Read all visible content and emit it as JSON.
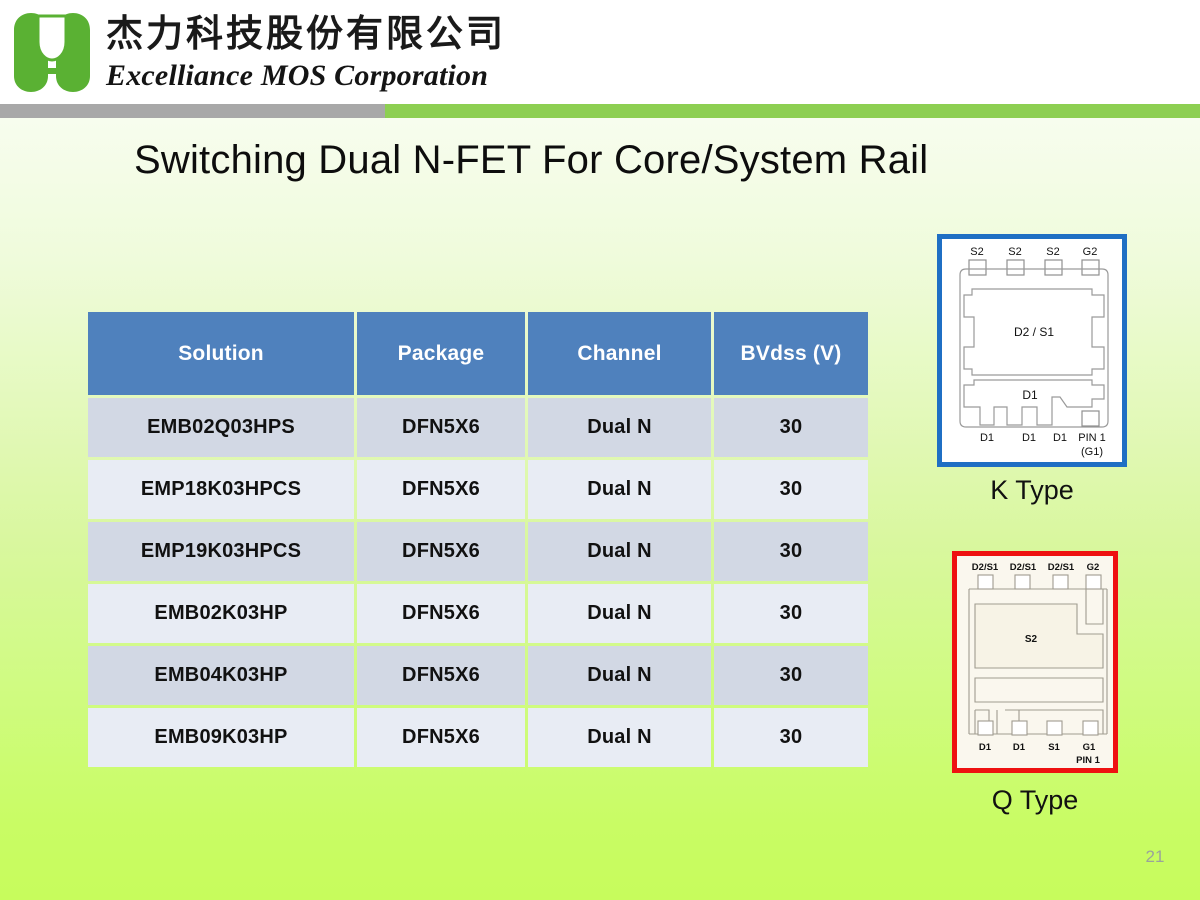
{
  "header": {
    "logo_icon": "excelliance-m-logo-icon",
    "company_name_cn": "杰力科技股份有限公司",
    "company_name_en": "Excelliance MOS Corporation",
    "divider_gray_color": "#a8a8a8",
    "divider_green_color": "#8dcf52"
  },
  "slide": {
    "title": "Switching Dual N-FET For Core/System Rail",
    "page_number": "21",
    "background_top_color": "#fdfffa",
    "background_bottom_color": "#c7fc5c"
  },
  "table": {
    "header_color": "#4F81BD",
    "row_dark_color": "#d2d8e4",
    "row_light_color": "#e8ecf4",
    "columns": [
      "Solution",
      "Package",
      "Channel",
      "BVdss (V)"
    ],
    "rows": [
      {
        "solution": "EMB02Q03HPS",
        "package": "DFN5X6",
        "channel": "Dual N",
        "bvdss": "30"
      },
      {
        "solution": "EMP18K03HPCS",
        "package": "DFN5X6",
        "channel": "Dual N",
        "bvdss": "30"
      },
      {
        "solution": "EMP19K03HPCS",
        "package": "DFN5X6",
        "channel": "Dual N",
        "bvdss": "30"
      },
      {
        "solution": "EMB02K03HP",
        "package": "DFN5X6",
        "channel": "Dual N",
        "bvdss": "30"
      },
      {
        "solution": "EMB04K03HP",
        "package": "DFN5X6",
        "channel": "Dual N",
        "bvdss": "30"
      },
      {
        "solution": "EMB09K03HP",
        "package": "DFN5X6",
        "channel": "Dual N",
        "bvdss": "30"
      }
    ]
  },
  "packages": [
    {
      "id": "k-type",
      "caption": "K Type",
      "border_color": "#1f6fc4",
      "fill_color": "#ffffff",
      "top_pins": [
        "S2",
        "S2",
        "S2",
        "G2"
      ],
      "bottom_pins": [
        "D1",
        "D1",
        "D1",
        "PIN 1"
      ],
      "bottom_pin_sub": "(G1)",
      "pad_labels": [
        "D2 / S1",
        "D1"
      ]
    },
    {
      "id": "q-type",
      "caption": "Q Type",
      "border_color": "#ee1111",
      "fill_color": "#faf7ee",
      "top_pins": [
        "D2/S1",
        "D2/S1",
        "D2/S1",
        "G2"
      ],
      "bottom_pins": [
        "D1",
        "D1",
        "S1",
        "G1"
      ],
      "bottom_pin_sub": "PIN 1",
      "pad_labels": [
        "S2"
      ]
    }
  ]
}
